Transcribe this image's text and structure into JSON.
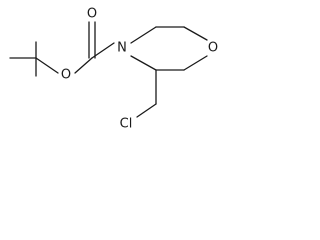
{
  "molecule": {
    "atoms": {
      "nitrogen": "N",
      "carbonyl_oxygen": "O",
      "ester_oxygen": "O",
      "ring_oxygen": "O",
      "chlorine": "Cl"
    }
  }
}
